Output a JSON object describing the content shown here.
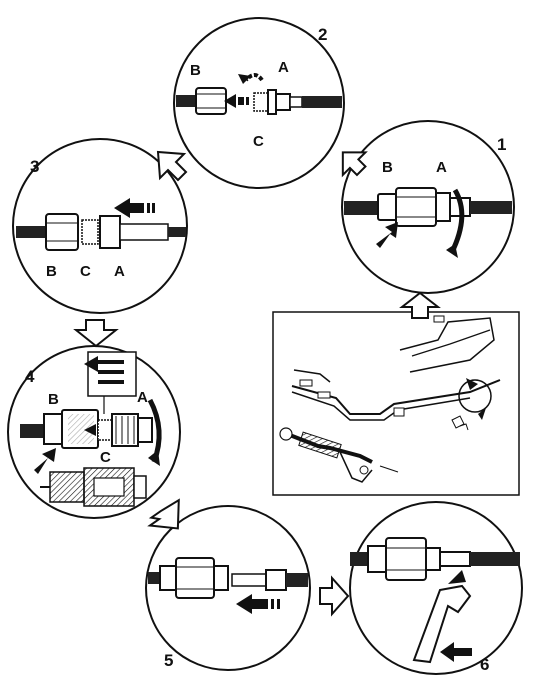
{
  "steps": [
    {
      "number": "1",
      "labels": [
        "B",
        "A"
      ]
    },
    {
      "number": "2",
      "labels": [
        "B",
        "A",
        "C"
      ]
    },
    {
      "number": "3",
      "labels": [
        "B",
        "C",
        "A"
      ]
    },
    {
      "number": "4",
      "labels": [
        "B",
        "A",
        "C"
      ]
    },
    {
      "number": "5",
      "labels": []
    },
    {
      "number": "6",
      "labels": []
    }
  ],
  "colors": {
    "ink": "#111111",
    "paper": "#ffffff",
    "shade": "#9a9a9a"
  }
}
